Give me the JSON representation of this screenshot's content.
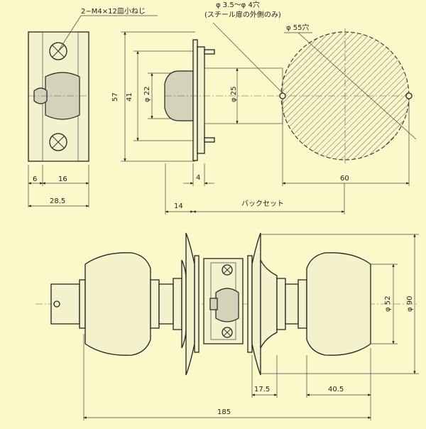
{
  "notes": {
    "screw": "2−M4×12皿小ねじ",
    "hole_small": "φ 3.5〜φ 4穴",
    "hole_small_sub": "(スチール扉の外側のみ)",
    "hole_large": "φ 55穴"
  },
  "dims": {
    "d6": "6",
    "d16": "16",
    "d28_5": "28.5",
    "d57": "57",
    "d41": "41",
    "d22": "φ 22",
    "d25": "φ 25",
    "d4": "4",
    "d14": "14",
    "backset": "バックセット",
    "d60": "60",
    "d52": "φ 52",
    "d90": "φ 90",
    "d17_5": "17.5",
    "d40_5": "40.5",
    "d185": "185"
  },
  "colors": {
    "background": "#fbf9c9",
    "line": "#222222"
  }
}
